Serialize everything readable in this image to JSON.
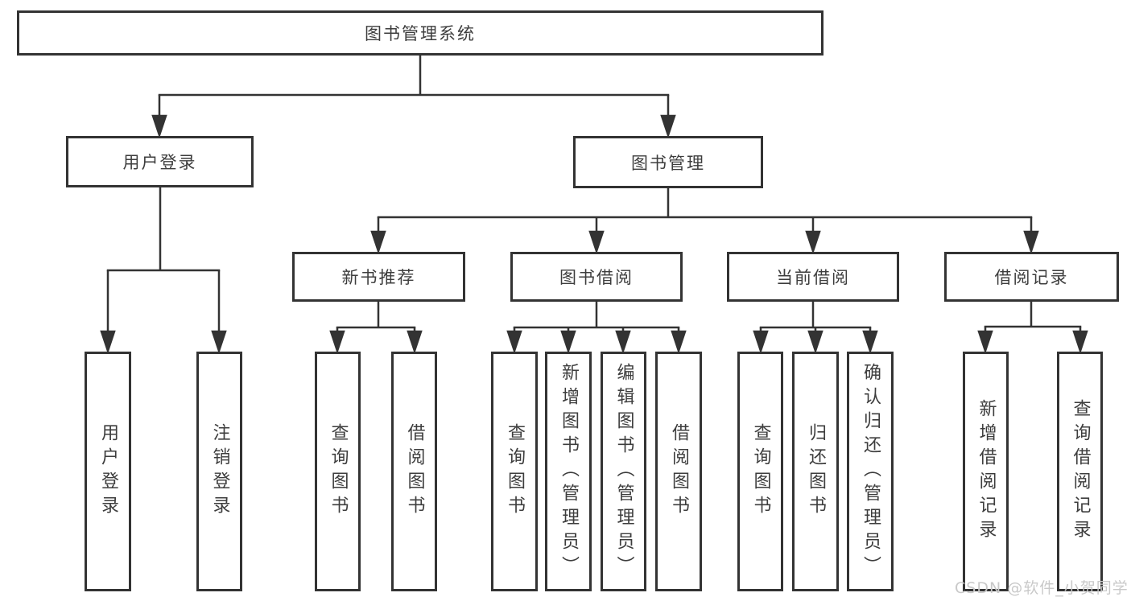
{
  "diagram": {
    "root_label": "图书管理系统",
    "branches": [
      {
        "label": "用户登录",
        "children": [
          {
            "label": "用户登录"
          },
          {
            "label": "注销登录"
          }
        ]
      },
      {
        "label": "图书管理",
        "children": [
          {
            "label": "新书推荐",
            "children": [
              {
                "label": "查询图书"
              },
              {
                "label": "借阅图书"
              }
            ]
          },
          {
            "label": "图书借阅",
            "children": [
              {
                "label": "查询图书"
              },
              {
                "label": "新增图书（管理员）"
              },
              {
                "label": "编辑图书（管理员）"
              },
              {
                "label": "借阅图书"
              }
            ]
          },
          {
            "label": "当前借阅",
            "children": [
              {
                "label": "查询图书"
              },
              {
                "label": "归还图书"
              },
              {
                "label": "确认归还（管理员）"
              }
            ]
          },
          {
            "label": "借阅记录",
            "children": [
              {
                "label": "新增借阅记录"
              },
              {
                "label": "查询借阅记录"
              }
            ]
          }
        ]
      }
    ]
  },
  "watermark": {
    "text": "CSDN @软件_小贺同学"
  },
  "colors": {
    "line": "#333333",
    "box_border": "#333333",
    "text": "#3d3d3d",
    "background": "#ffffff",
    "watermark": "#c9c9c9"
  }
}
